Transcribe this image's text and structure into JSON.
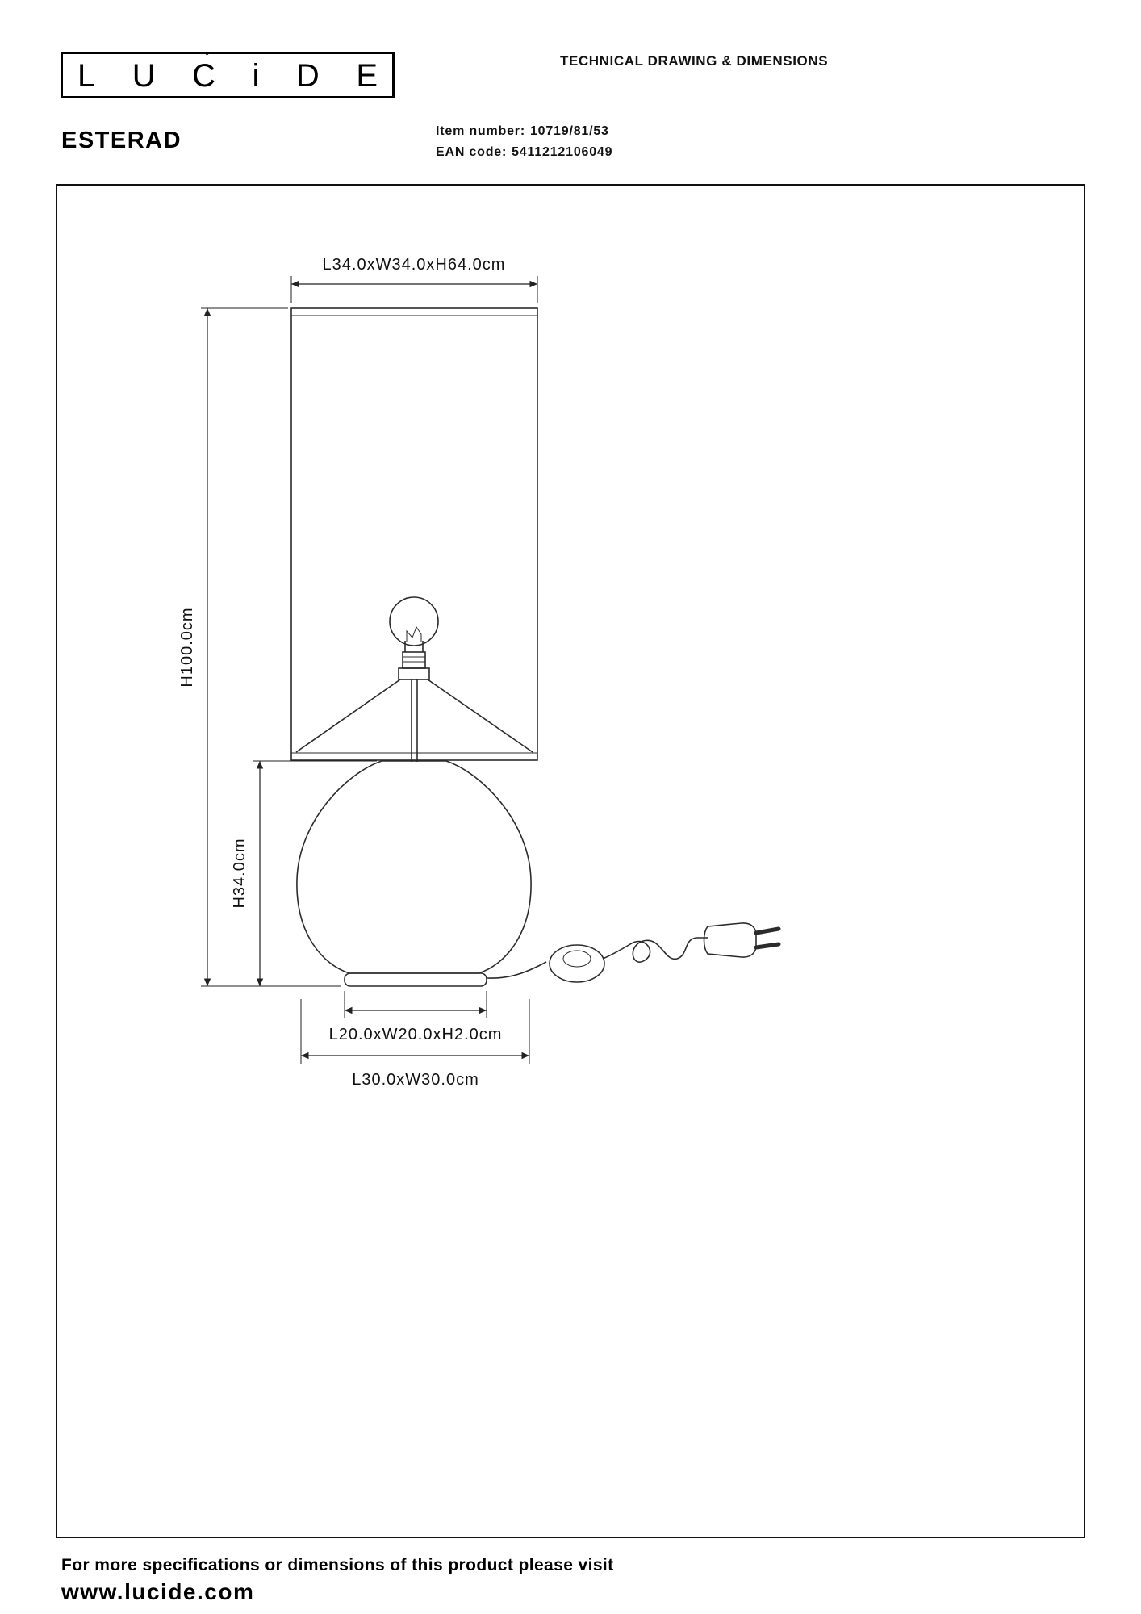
{
  "header": {
    "logo_letters": [
      "L",
      "U",
      "C",
      "i",
      "D",
      "E"
    ],
    "logo_accent": "´",
    "title": "TECHNICAL DRAWING & DIMENSIONS",
    "product_name": "ESTERAD",
    "item_number_label": "Item number:",
    "item_number_value": "10719/81/53",
    "ean_label": "EAN code:",
    "ean_value": "5411212106049"
  },
  "drawing": {
    "dim_shade": "L34.0xW34.0xH64.0cm",
    "dim_total_height": "H100.0cm",
    "dim_body_height": "H34.0cm",
    "dim_base": "L20.0xW20.0xH2.0cm",
    "dim_footprint": "L30.0xW30.0cm"
  },
  "footer": {
    "note": "For more specifications or dimensions of this product please visit",
    "website": "www.lucide.com"
  }
}
